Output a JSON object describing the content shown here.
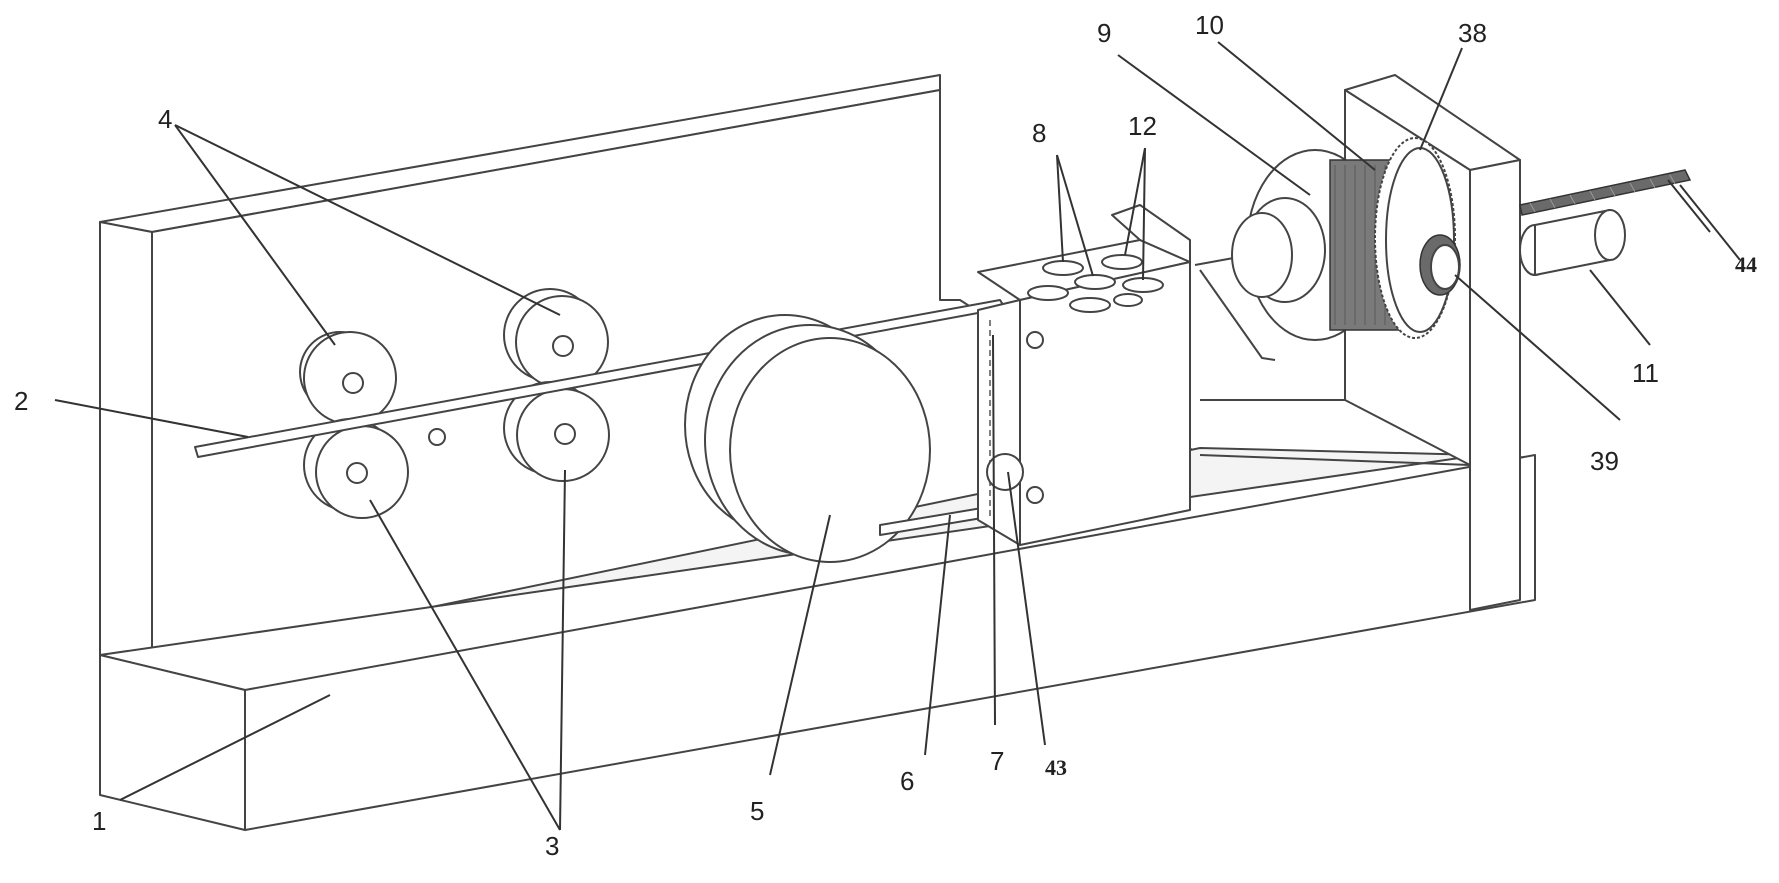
{
  "labels": {
    "l1": "1",
    "l2": "2",
    "l3": "3",
    "l4": "4",
    "l5": "5",
    "l6": "6",
    "l7": "7",
    "l8": "8",
    "l9": "9",
    "l10": "10",
    "l11": "11",
    "l12": "12",
    "l38": "38",
    "l39": "39",
    "l43": "43",
    "l44": "44"
  }
}
